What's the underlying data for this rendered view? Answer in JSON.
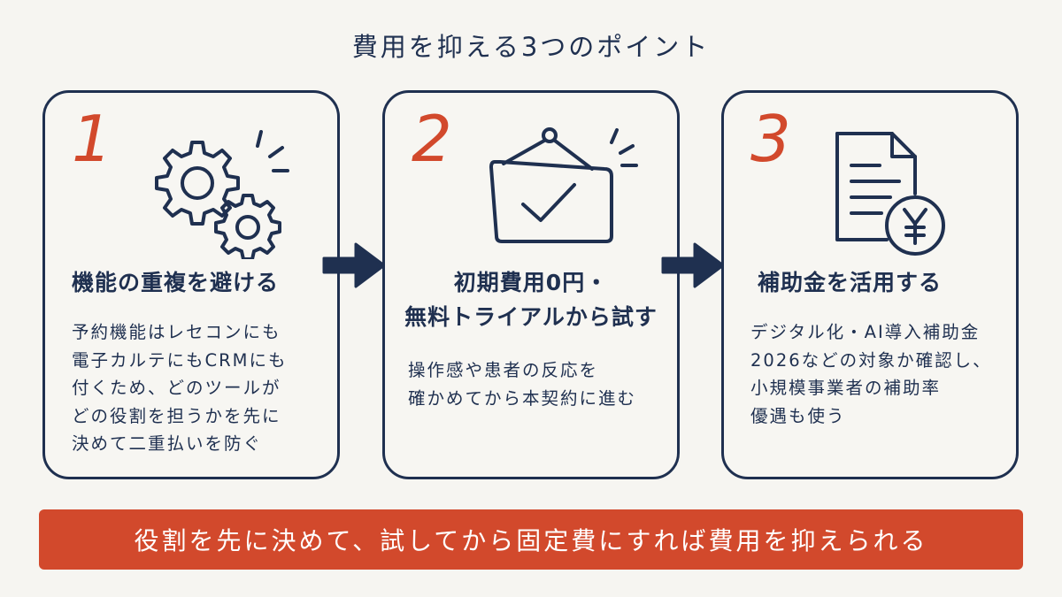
{
  "title": "費用を抑える3つのポイント",
  "cards": [
    {
      "number": "1",
      "icon": "gears-icon",
      "title": "機能の重複を避ける",
      "body": [
        "予約機能はレセコンにも",
        "電子カルテにもCRMにも",
        "付くため、どのツールが",
        "どの役割を担うかを先に",
        "決めて二重払いを防ぐ"
      ]
    },
    {
      "number": "2",
      "icon": "signboard-check-icon",
      "title": [
        "初期費用0円・",
        "無料トライアルから試す"
      ],
      "body": [
        "操作感や患者の反応を",
        "確かめてから本契約に進む"
      ]
    },
    {
      "number": "3",
      "icon": "document-yen-icon",
      "title": "補助金を活用する",
      "body": [
        "デジタル化・AI導入補助金",
        "2026などの対象か確認し、",
        "小規模事業者の補助率",
        "優遇も使う"
      ]
    }
  ],
  "banner": "役割を先に決めて、試してから固定費にすれば費用を抑えられる",
  "colors": {
    "accent": "#d2492c",
    "ink": "#1f3050",
    "background": "#f6f5f1"
  }
}
